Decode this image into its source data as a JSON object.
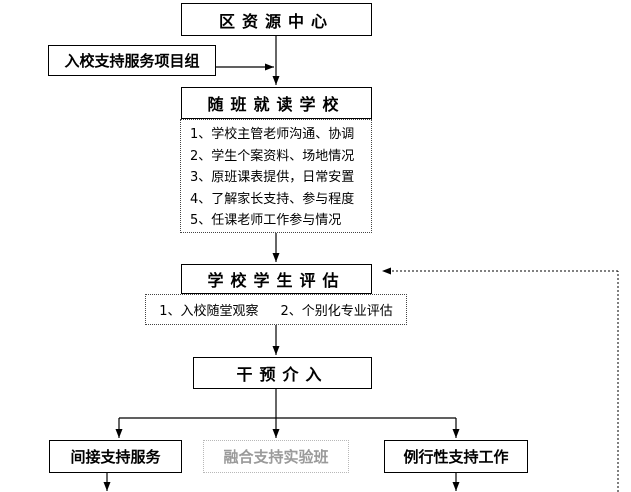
{
  "nodes": {
    "district_center": "区资源中心",
    "support_group": "入校支持服务项目组",
    "accompany": "随班就读学校",
    "accompany_items": [
      "1、学校主管老师沟通、协调",
      "2、学生个案资料、场地情况",
      "3、原班课表提供，日常安置",
      "4、了解家长支持、参与程度",
      "5、任课老师工作参与情况"
    ],
    "assessment": "学校学生评估",
    "assessment_items": [
      "1、入校随堂观察",
      "2、个别化专业评估"
    ],
    "intervention": "干预介入",
    "indirect": "间接支持服务",
    "inclusive_class": "融合支持实验班",
    "routine": "例行性支持工作"
  },
  "colors": {
    "line": "#000000",
    "muted_text": "#9a9a9a"
  }
}
